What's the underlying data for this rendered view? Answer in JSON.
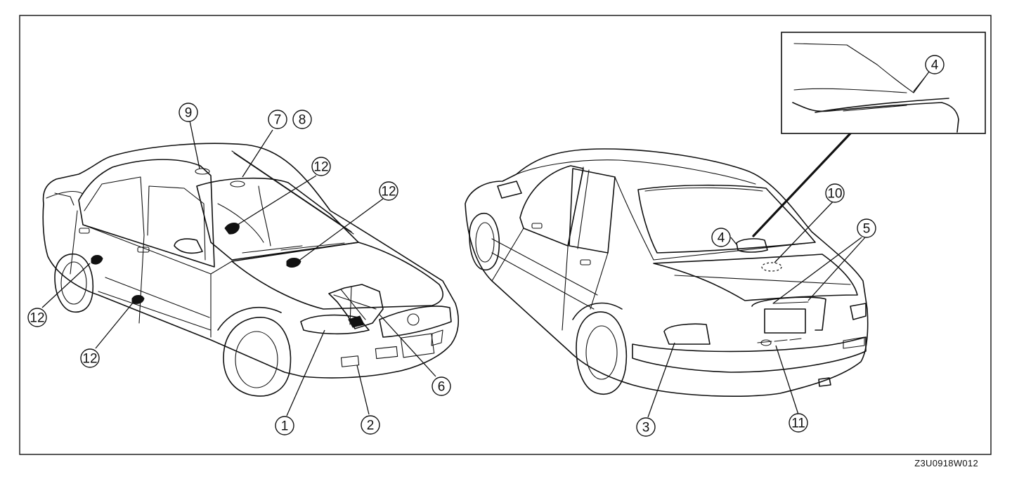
{
  "figure_code": "Z3U0918W012",
  "callouts": {
    "c1": "1",
    "c2": "2",
    "c3": "3",
    "c4a": "4",
    "c4b": "4",
    "c5": "5",
    "c6": "6",
    "c7": "7",
    "c8": "8",
    "c9": "9",
    "c10": "10",
    "c11": "11",
    "c12a": "12",
    "c12b": "12",
    "c12c": "12",
    "c12d": "12"
  }
}
